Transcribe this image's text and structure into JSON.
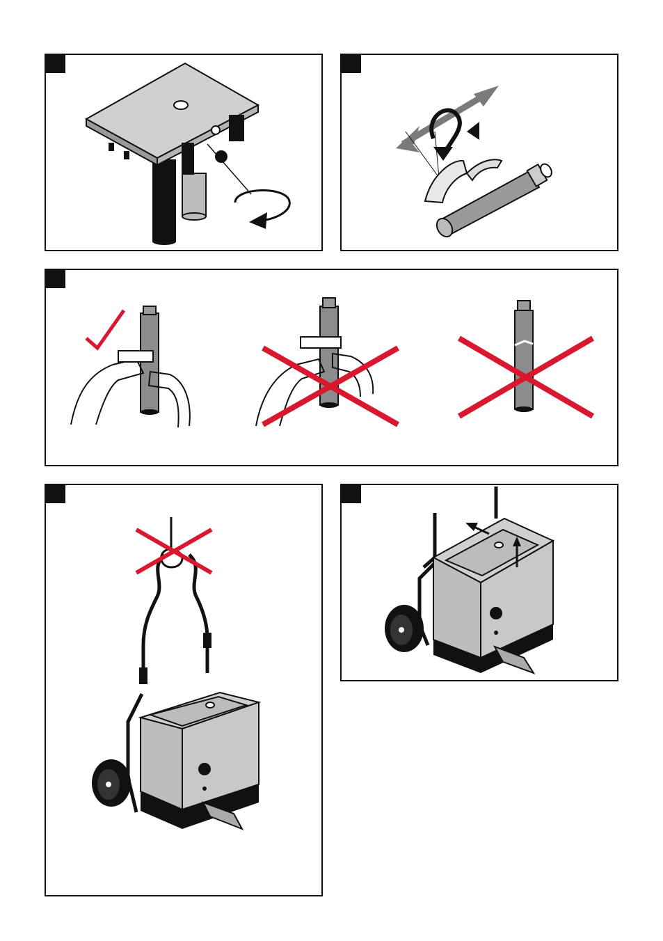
{
  "colors": {
    "line": "#111111",
    "device_gray": "#c8c8c8",
    "dark_gray": "#6a6a6a",
    "cross_red": "#d8182f",
    "check_red": "#d8182f"
  },
  "panels": [
    {
      "id": "panel-1",
      "depicts": "filter-housing-rotate"
    },
    {
      "id": "panel-2",
      "depicts": "filter-cleaning"
    },
    {
      "id": "panel-3",
      "depicts": "filter-handling-do-dont"
    },
    {
      "id": "panel-4",
      "depicts": "do-not-lift-by-crane"
    },
    {
      "id": "panel-5",
      "depicts": "lift-cover"
    }
  ]
}
